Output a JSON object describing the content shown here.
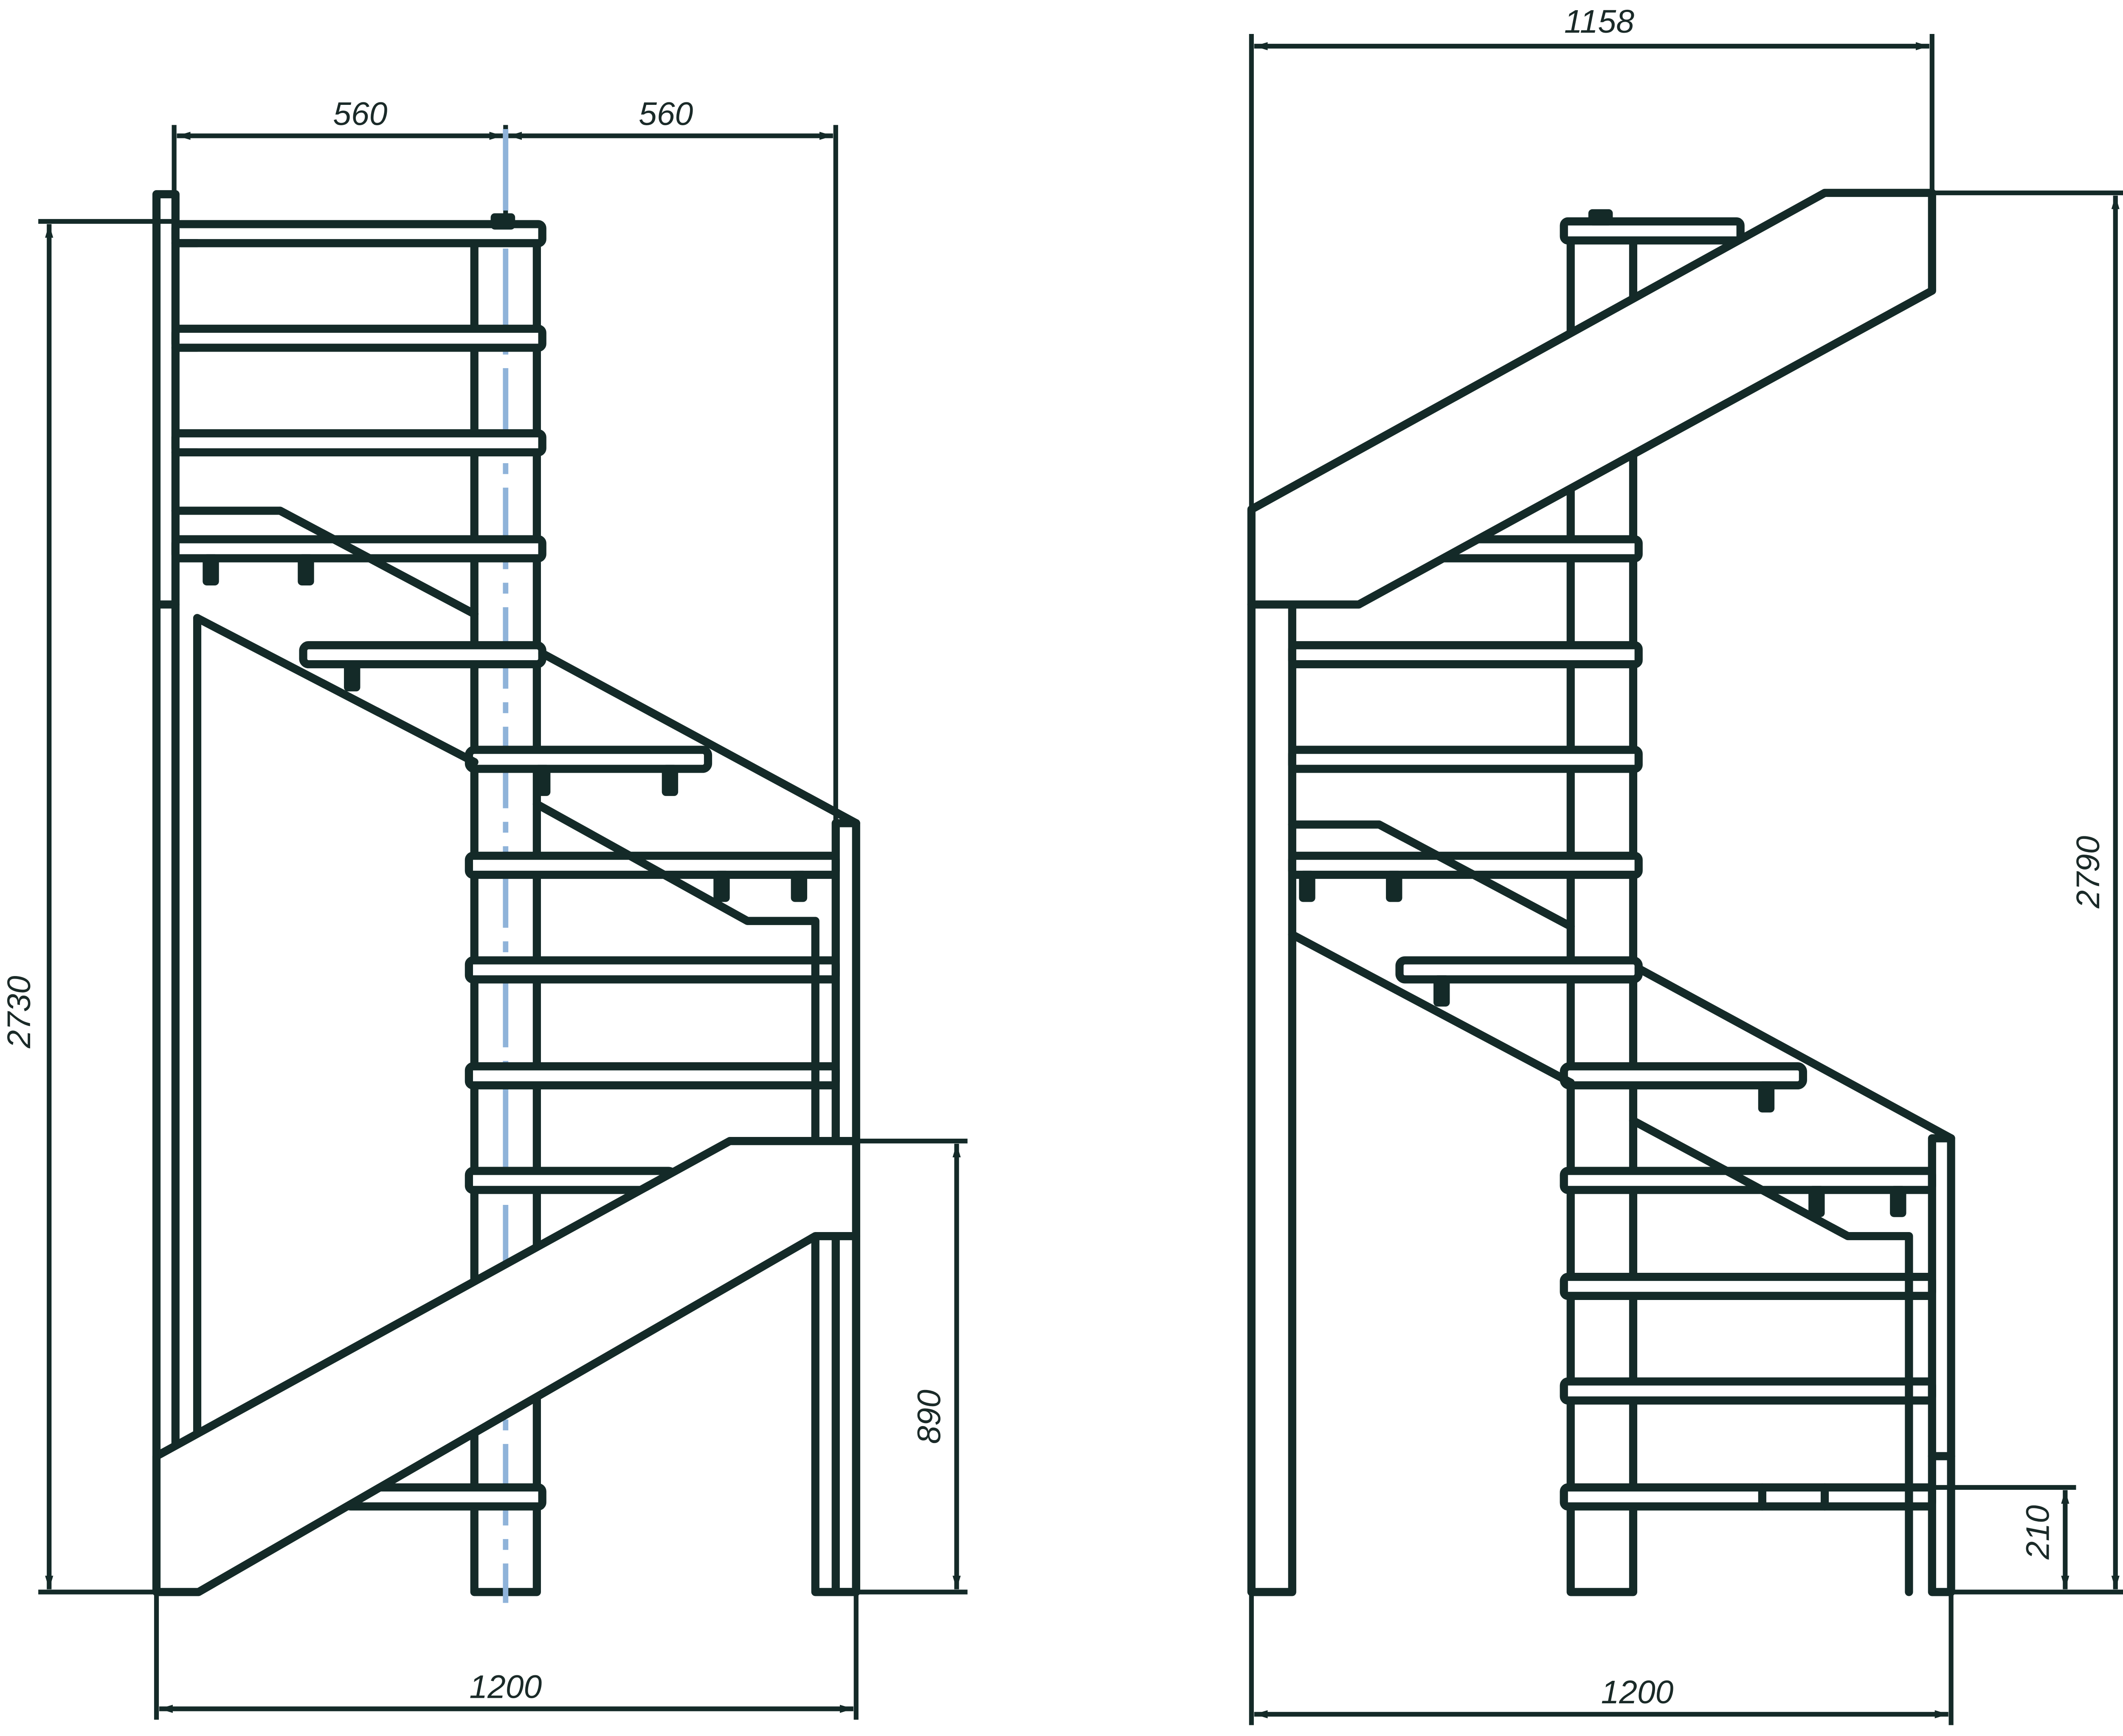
{
  "colors": {
    "line": "#142a28",
    "axis": "#8fb3d9",
    "background": "#ffffff"
  },
  "left_view": {
    "dim_top_left": "560",
    "dim_top_right": "560",
    "dim_height": "2730",
    "dim_landing_height": "890",
    "dim_width": "1200"
  },
  "right_view": {
    "dim_top": "1158",
    "dim_height": "2790",
    "dim_first_step": "210",
    "dim_width": "1200"
  }
}
